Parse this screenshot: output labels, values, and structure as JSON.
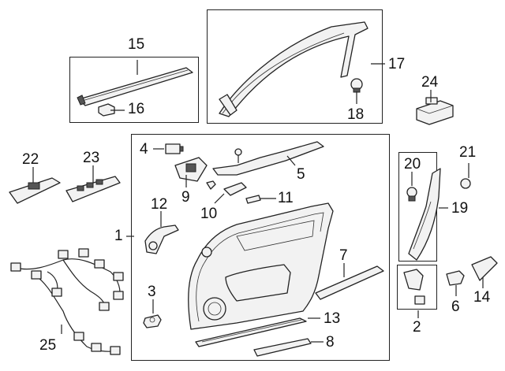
{
  "diagram": {
    "callouts": {
      "c1": "1",
      "c2": "2",
      "c3": "3",
      "c4": "4",
      "c5": "5",
      "c6": "6",
      "c7": "7",
      "c8": "8",
      "c9": "9",
      "c10": "10",
      "c11": "11",
      "c12": "12",
      "c13": "13",
      "c14": "14",
      "c15": "15",
      "c16": "16",
      "c17": "17",
      "c18": "18",
      "c19": "19",
      "c20": "20",
      "c21": "21",
      "c22": "22",
      "c23": "23",
      "c24": "24",
      "c25": "25"
    },
    "parts": [
      {
        "key": "c1",
        "icon": "door-trim-panel-icon"
      },
      {
        "key": "c2",
        "icon": "bracket-set-icon"
      },
      {
        "key": "c3",
        "icon": "clip-icon"
      },
      {
        "key": "c4",
        "icon": "connector-icon"
      },
      {
        "key": "c5",
        "icon": "armrest-bracket-icon"
      },
      {
        "key": "c6",
        "icon": "switch-icon"
      },
      {
        "key": "c7",
        "icon": "garnish-strip-icon"
      },
      {
        "key": "c8",
        "icon": "molding-icon"
      },
      {
        "key": "c9",
        "icon": "switch-bezel-icon"
      },
      {
        "key": "c10",
        "icon": "switch-icon"
      },
      {
        "key": "c11",
        "icon": "switch-icon"
      },
      {
        "key": "c12",
        "icon": "mirror-cover-icon"
      },
      {
        "key": "c13",
        "icon": "lower-trim-icon"
      },
      {
        "key": "c14",
        "icon": "cover-cap-icon"
      },
      {
        "key": "c15",
        "icon": "belt-molding-icon"
      },
      {
        "key": "c16",
        "icon": "clip-icon"
      },
      {
        "key": "c17",
        "icon": "window-frame-molding-icon"
      },
      {
        "key": "c18",
        "icon": "clip-icon"
      },
      {
        "key": "c19",
        "icon": "garnish-panel-icon"
      },
      {
        "key": "c20",
        "icon": "clip-icon"
      },
      {
        "key": "c21",
        "icon": "clip-icon"
      },
      {
        "key": "c22",
        "icon": "switch-bezel-icon"
      },
      {
        "key": "c23",
        "icon": "window-switch-icon"
      },
      {
        "key": "c24",
        "icon": "switch-icon"
      },
      {
        "key": "c25",
        "icon": "wiring-harness-icon"
      }
    ]
  }
}
